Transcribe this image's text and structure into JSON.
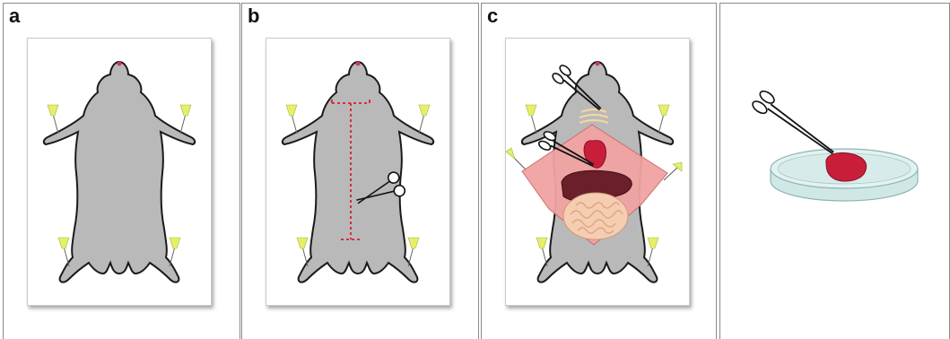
{
  "panels": [
    {
      "id": "a",
      "label": "a"
    },
    {
      "id": "b",
      "label": "b"
    },
    {
      "id": "c",
      "label": "c"
    },
    {
      "id": "d",
      "label": ""
    }
  ],
  "colors": {
    "mouse_fill": "#b9b9b9",
    "mouse_outline": "#1a1a1a",
    "pin": "#e4ef6a",
    "incision": "#d6303c",
    "heart": "#c81e3a",
    "liver": "#6a1f2a",
    "skin_flap": "#f0a3a2",
    "intestine": "#f6cdb0",
    "dish": "#cfe8e6"
  },
  "icons": [
    "mouse-silhouette",
    "pin-icon",
    "scissors-icon",
    "forceps-icon",
    "petri-dish-icon"
  ]
}
